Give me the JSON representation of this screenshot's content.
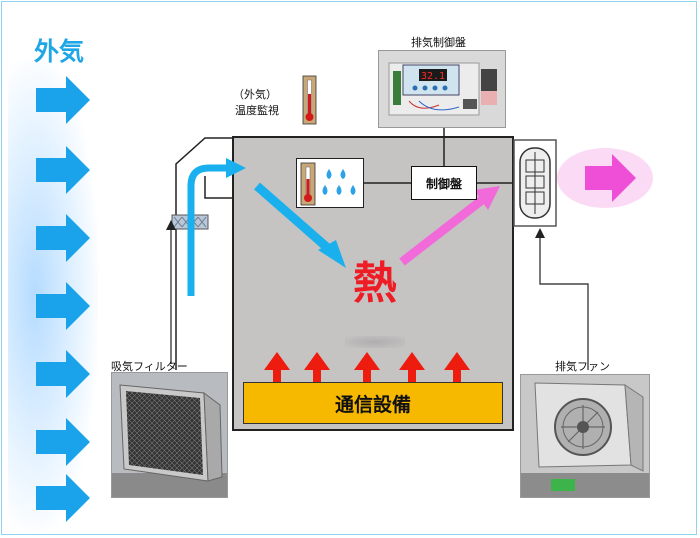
{
  "outside_air": {
    "label": "外気"
  },
  "labels": {
    "outside_temp_line1": "（外気）",
    "outside_temp_line2": "温度監視",
    "control_panel_photo": "排気制御盤",
    "control_panel_box": "制御盤",
    "intake_filter": "吸気フィルター",
    "exhaust_fan": "排気ファン",
    "heat": "熱",
    "equipment": "通信設備"
  },
  "controller_display": "32.1",
  "colors": {
    "cool_air": "#1ab0ee",
    "exhaust_air": "#f26ad9",
    "heat": "#ee1c24",
    "room": "#c6c3c3",
    "equipment": "#f7b800"
  }
}
